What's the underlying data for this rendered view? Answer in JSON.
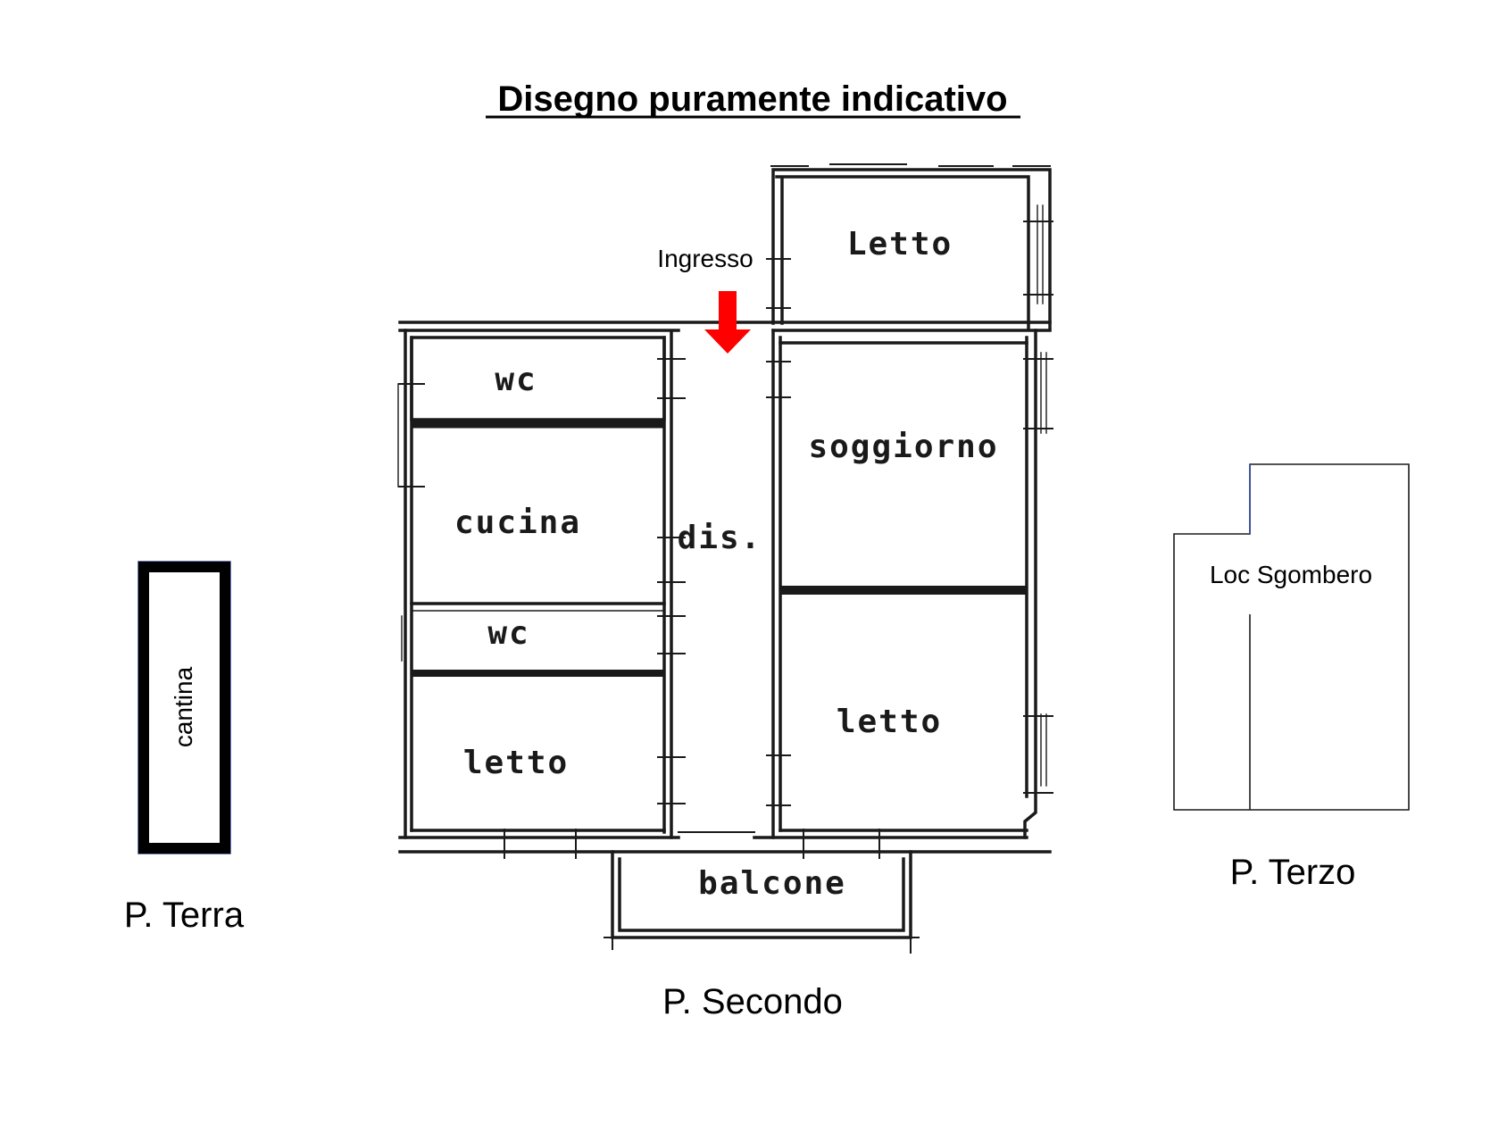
{
  "title": "Disegno puramente indicativo",
  "colors": {
    "arrow": "#ff0000",
    "blue_outline": "#3b4f9c"
  },
  "floors": {
    "ground": {
      "caption": "P. Terra",
      "room": "cantina"
    },
    "second": {
      "caption": "P. Secondo",
      "entrance": "Ingresso",
      "entrance_icon": "red-arrow-down-icon",
      "rooms": {
        "wc_top": "wc",
        "kitchen": "cucina",
        "wc_bottom": "wc",
        "bed_left": "letto",
        "hall": "dis.",
        "bed_top": "Letto",
        "living": "soggiorno",
        "bed_right": "letto",
        "balcony": "balcone"
      }
    },
    "third": {
      "caption": "P. Terzo",
      "room": "Loc Sgombero"
    }
  }
}
